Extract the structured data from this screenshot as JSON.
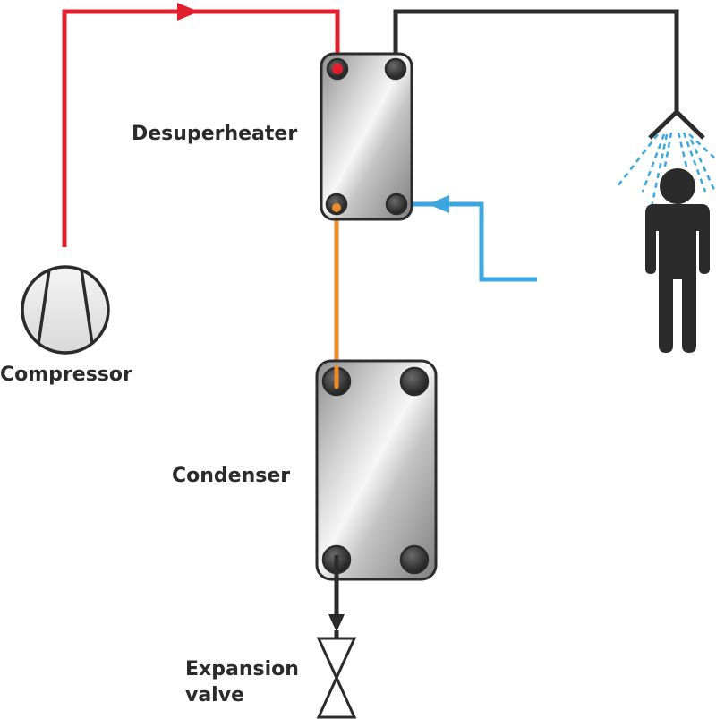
{
  "labels": {
    "desuperheater": "Desuperheater",
    "compressor": "Compressor",
    "condenser": "Condenser",
    "expansion_line1": "Expansion",
    "expansion_line2": "valve"
  },
  "colors": {
    "hot_gas": "#e31e2c",
    "refrigerant_mid": "#f08a24",
    "liquid_out": "#2b2b2b",
    "cold_water_in": "#3aa7e0",
    "hot_water_out": "#2b2b2b",
    "person": "#2b2b2b",
    "spray": "#3aa7e0"
  }
}
